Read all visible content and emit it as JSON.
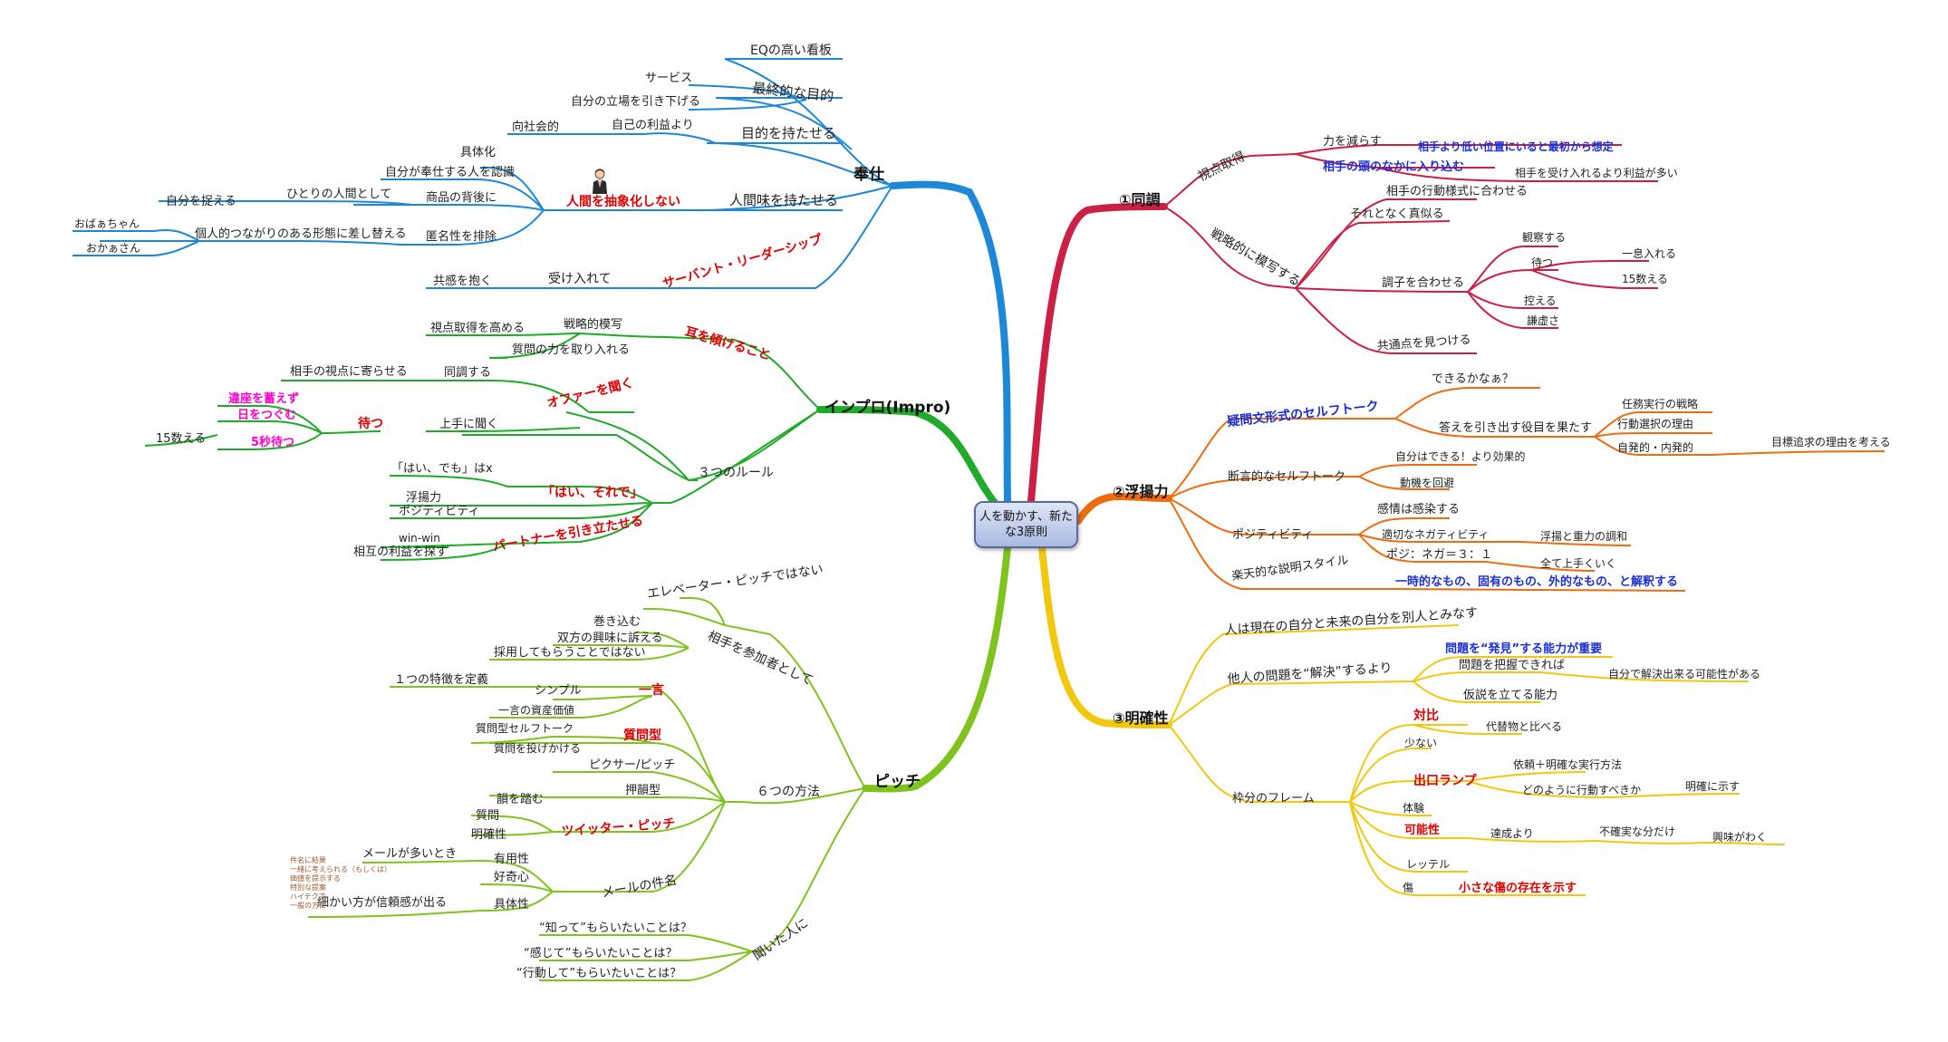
{
  "center": "人を動かす、新たな3原則",
  "branch_colors": {
    "hoshi": "#1e88d8",
    "improv": "#1faa2a",
    "pitch": "#7fc41e",
    "dochou": "#cc1f44",
    "fuyou": "#ef6b10",
    "meikaku": "#f2c80f"
  },
  "icons": {
    "person": "businessperson-icon"
  },
  "branches": {
    "hoshi": {
      "title": "奉仕",
      "eq_kanban": "EQの高い看板",
      "saishuteki": "最終的な目的",
      "service": "サービス",
      "jibun_tachiba": "自分の立場を引き下げる",
      "mokuteki": "目的を持たせる",
      "jiko_rieki": "自己の利益より",
      "koushakai": "向社会的",
      "ningenmi": "人間味を持たせる",
      "chushouka": "人間を抽象化しない",
      "gutaika": "具体化",
      "jibun_hoshi": "自分が奉仕する人を認識",
      "shouhin": "商品の背後に",
      "hitori": "ひとりの人間として",
      "jibun_toraeru": "自分を捉える",
      "tokumei": "匿名性を排除",
      "kojinteki": "個人的つながりのある形態に差し替える",
      "obaachan": "おばぁちゃん",
      "okaasan": "おかぁさん",
      "servant": "サーバント・リーダーシップ",
      "ukeirete": "受け入れて",
      "kyoukan": "共感を抱く"
    },
    "improv": {
      "title": "インプロ(Impro)",
      "mimi": "耳を傾けること",
      "senryaku_mohou": "戦略的模写",
      "shiten_takameru": "視点取得を高める",
      "shitsumon_chikara": "質問の力を取り入れる",
      "offer": "オファーを聞く",
      "doucho_suru": "同調する",
      "aite_shiten": "相手の視点に寄らせる",
      "ue_kiku": "上手に聞く",
      "matsu": "待つ",
      "zasai": "違座を蓄えず",
      "hi_tsugu": "日をつぐむ",
      "byo_matsu": "5秒待つ",
      "kazoeru15": "15数える",
      "rule3": "３つのルール",
      "hai_sorede": "「はい、それで」",
      "hai_demo": "「はい、でも」はx",
      "fuyouryoku": "浮揚力",
      "positivity": "ポジティビティ",
      "partner": "パートナーを引き立たせる",
      "winwin": "win-win",
      "sougo_rieki": "相互の利益を探す"
    },
    "pitch": {
      "title": "ピッチ",
      "elevator": "エレベーター・ピッチではない",
      "sanka": "相手を参加者として",
      "makikomu": "巻き込む",
      "souhou": "双方の興味に訴える",
      "saiyou": "採用してもらうことではない",
      "method6": "６つの方法",
      "hitokoto": "一言",
      "tokuchou": "１つの特徴を定義",
      "simple": "シンプル",
      "ichigen_kachi": "一言の資産価値",
      "shitsumon_gata": "質問型",
      "shitsumon_self": "質問型セルフトーク",
      "shitsumon_nage": "質問を投げかける",
      "pixar": "ピクサー/ピッチ",
      "ouin_gata": "押韻型",
      "in_fumu": "韻を踏む",
      "twitter": "ツイッター・ピッチ",
      "shitsumon": "質問",
      "meikakusei": "明確性",
      "mail_kenmei": "メールの件名",
      "yuuyousei": "有用性",
      "mail_ooi": "メールが多いとき",
      "koukishin": "好奇心",
      "gutaisei": "具体性",
      "komakai": "細かい方が信頼感が出る",
      "tiny_notes": [
        "件名に結果",
        "一緒に考えられる（もしくは）",
        "価値を提示する",
        "特別な提案",
        "ハイテクで",
        "一般の方に"
      ],
      "kiita_hito": "聞いた人に",
      "shitte": "“知って”もらいたいことは？",
      "kanjite": "“感じて”もらいたいことは？",
      "koudou": "“行動して”もらいたいことは？"
    },
    "dochou": {
      "title": "①同調",
      "shiten_shutoku": "視点取得",
      "chikara_herasu": "力を減らす",
      "aite_hikui": "相手より低い位置にいると最初から想定",
      "aite_atama": "相手の頭のなかに入り込む",
      "aite_ukeireru": "相手を受け入れるより利益が多い",
      "senryakuteki": "戦略的に模写する",
      "koudou_yoshiki": "相手の行動様式に合わせる",
      "sore_to_naku": "それとなく真似る",
      "choushi": "調子を合わせる",
      "kansatsu": "観察する",
      "matsu": "待つ",
      "ichibyou": "一息入れる",
      "kazoeru": "15数える",
      "hikaeru": "控える",
      "kenkyo": "謙虚さ",
      "kyoutsuu": "共通点を見つける"
    },
    "fuyou": {
      "title": "②浮揚力",
      "gimonbun": "疑問文形式のセルフトーク",
      "dekiru": "できるかなぁ？",
      "kotae": "答えを引き出す役目を果たす",
      "ninmu": "任務実行の戦略",
      "koudou_sentaku": "行動選択の理由",
      "jihatsu": "自発的・内発的",
      "mokuhyou": "目標追求の理由を考える",
      "dangenteki": "断言的なセルフトーク",
      "jibun_dekiru": "自分はできる！より効果的",
      "douki": "動機を回避",
      "positivity": "ポジティビティ",
      "kanjou": "感情は感染する",
      "tekisetsu": "適切なネガティビティ",
      "fuyou_juuryoku": "浮揚と重力の調和",
      "posi_nega": "ポジ：ネガ＝３：１",
      "subete": "全て上手くいく",
      "rakkanteki": "楽天的な説明スタイル",
      "ichijiteki": "一時的なもの、固有のもの、外的なもの、と解釈する"
    },
    "meikaku": {
      "title": "③明確性",
      "genzai_mirai": "人は現在の自分と未来の自分を別人とみなす",
      "tanin_mondai": "他人の問題を“解決”するより",
      "mondai_hakken": "問題を“発見”する能力が重要",
      "mondai_haaku": "問題を把握できれば",
      "jibun_kaiketsu": "自分で解決出来る可能性がある",
      "kasetsu": "仮説を立てる能力",
      "waku": "枠分のフレーム",
      "taihi": "対比",
      "daitaibutsu": "代替物と比べる",
      "sukunai": "少ない",
      "deguchi": "出口ランプ",
      "irai": "依頼＋明確な実行方法",
      "dono_you": "どのように行動すべきか",
      "meikaku_shimesu": "明確に示す",
      "taiken": "体験",
      "kanousei": "可能性",
      "tassei": "達成より",
      "fukakujitsu": "不確実な分だけ",
      "kyoumi": "興味がわく",
      "label": "レッテル",
      "kizu": "傷",
      "chiisana_kizu": "小さな傷の存在を示す"
    }
  }
}
